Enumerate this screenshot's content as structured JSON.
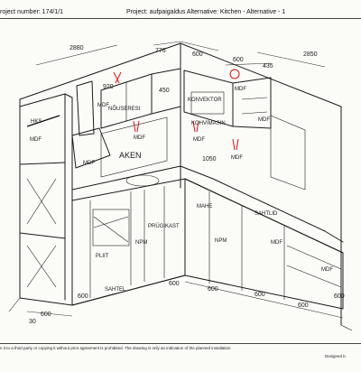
{
  "header": {
    "project_number_label": "roject number: 174/1/1",
    "project_label": "Project: aufpaigaldus Alternative: Kitchen - Alternative - 1"
  },
  "footer": {
    "disclaimer": "n it to a third party or copying it without prior agreement is prohibited. The drawing is only an indication of the planned installation",
    "designed_by": "Designed b"
  },
  "dimensions": {
    "d2880": "2880",
    "d776": "776",
    "d600a": "600",
    "d600b": "600",
    "d435": "435",
    "d2850": "2850",
    "d920": "920",
    "d450": "450",
    "d1050": "1050",
    "d600c": "600",
    "d600d": "600",
    "d600e": "600",
    "d600f": "600",
    "d600g": "600",
    "d600h": "600",
    "d30": "30",
    "d600i": "600"
  },
  "labels": {
    "mdf1": "MDF",
    "mdf2": "MDF",
    "mdf3": "MDF",
    "mdf4": "MDF",
    "mdf5": "MDF",
    "mdf6": "MDF",
    "mdf7": "MDF",
    "mdf8": "MDF",
    "mdf9": "MDF",
    "mdf10": "MDF",
    "nouserest": "NÕUSERESt",
    "konvektor": "KONVEKTOR",
    "hks": "HKS",
    "aken": "AKEN",
    "kohvimasin": "KOHVIMASIN",
    "npm": "NPM",
    "pliit": "PLIIT",
    "sahtel": "SAHTEL",
    "npmv": "NPM",
    "prugikast": "PRÜGIKAST",
    "sahtlid": "SAHTLID",
    "mahe": "MAHE"
  },
  "colors": {
    "ink": "#1b1b1b",
    "red_marker": "#d11"
  }
}
